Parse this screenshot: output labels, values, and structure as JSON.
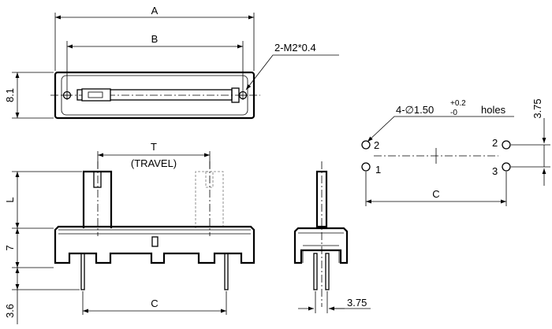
{
  "labels": {
    "dim_a": "A",
    "dim_b": "B",
    "screw_note": "2-M2*0.4",
    "dim_8_1": "8.1",
    "dim_t": "T",
    "travel": "(TRAVEL)",
    "dim_l": "L",
    "dim_7": "7",
    "dim_3_6": "3.6",
    "dim_c_front": "C",
    "dim_3_75_side": "3.75",
    "holes_prefix": "4-∅1.50",
    "tol_plus": "+0.2",
    "tol_minus": "-0",
    "holes_word": "holes",
    "dim_3_75_pcb": "3.75",
    "dim_c_pcb": "C",
    "pin_2_left": "2",
    "pin_1": "1",
    "pin_2_right": "2",
    "pin_3": "3"
  }
}
